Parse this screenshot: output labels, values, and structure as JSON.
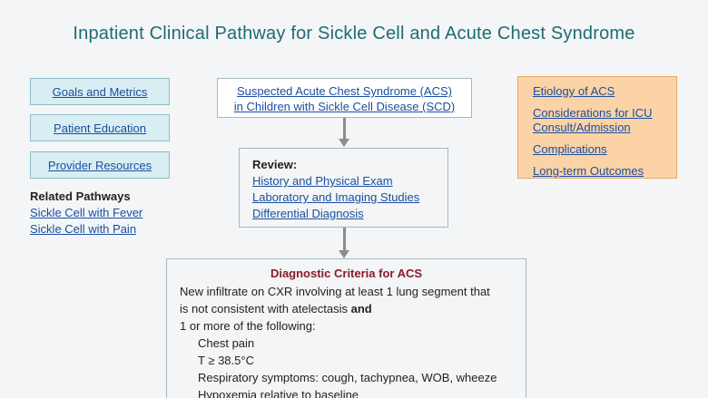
{
  "title": "Inpatient Clinical Pathway for Sickle Cell and Acute Chest Syndrome",
  "left_links": {
    "goals": "Goals and Metrics",
    "education": "Patient Education",
    "resources": "Provider Resources"
  },
  "related": {
    "heading": "Related Pathways",
    "fever": "Sickle Cell with Fever",
    "pain": "Sickle Cell with Pain"
  },
  "start": {
    "line1": "Suspected Acute Chest Syndrome (ACS)",
    "line2": "in Children with Sickle Cell Disease (SCD)"
  },
  "review": {
    "heading": "Review:",
    "history": "History and Physical Exam",
    "labs": "Laboratory and Imaging Studies",
    "differential": "Differential Diagnosis"
  },
  "criteria": {
    "heading": "Diagnostic Criteria for ACS",
    "line1": "New infiltrate on CXR involving at least 1 lung segment that",
    "line2": "is not consistent with atelectasis",
    "line2_bold": "and",
    "line3": "1 or more of the following:",
    "items": [
      "Chest pain",
      "T ≥ 38.5°C",
      "Respiratory symptoms: cough, tachypnea, WOB, wheeze",
      "Hypoxemia relative to baseline"
    ]
  },
  "right_links": {
    "etiology": "Etiology of ACS",
    "icu": "Considerations for ICU Consult/Admission",
    "complications": "Complications",
    "outcomes": "Long-term Outcomes"
  },
  "colors": {
    "title": "#1f6b74",
    "left_box_bg": "#d9eef2",
    "right_box_bg": "#fbd3a7",
    "criteria_heading": "#8b1a2e",
    "link": "#1a4fa0",
    "arrow": "#8d8d8d"
  }
}
